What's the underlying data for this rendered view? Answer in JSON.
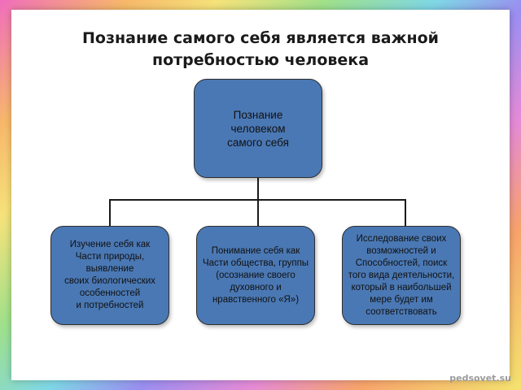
{
  "slide": {
    "title": "Познание  самого себя является важной\nпотребностью человека",
    "watermark": "pedsovet.su"
  },
  "diagram": {
    "root": "Познание\nчеловеком\nсамого себя",
    "children": [
      "Изучение себя как\nЧасти природы,\nвыявление\nсвоих биологических\nособенностей\nи потребностей",
      "Понимание себя как\nЧасти общества, группы\n(осознание своего\nдуховного и\nнравственного «Я»)",
      "Исследование своих\nвозможностей и\nСпособностей, поиск\nтого вида деятельности,\nкоторый в наибольшей\nмере будет им\nсоответствовать"
    ]
  },
  "colors": {
    "box_fill": "#4a78b4",
    "box_border": "#2d2d2d",
    "connector": "#1a1a1a"
  }
}
